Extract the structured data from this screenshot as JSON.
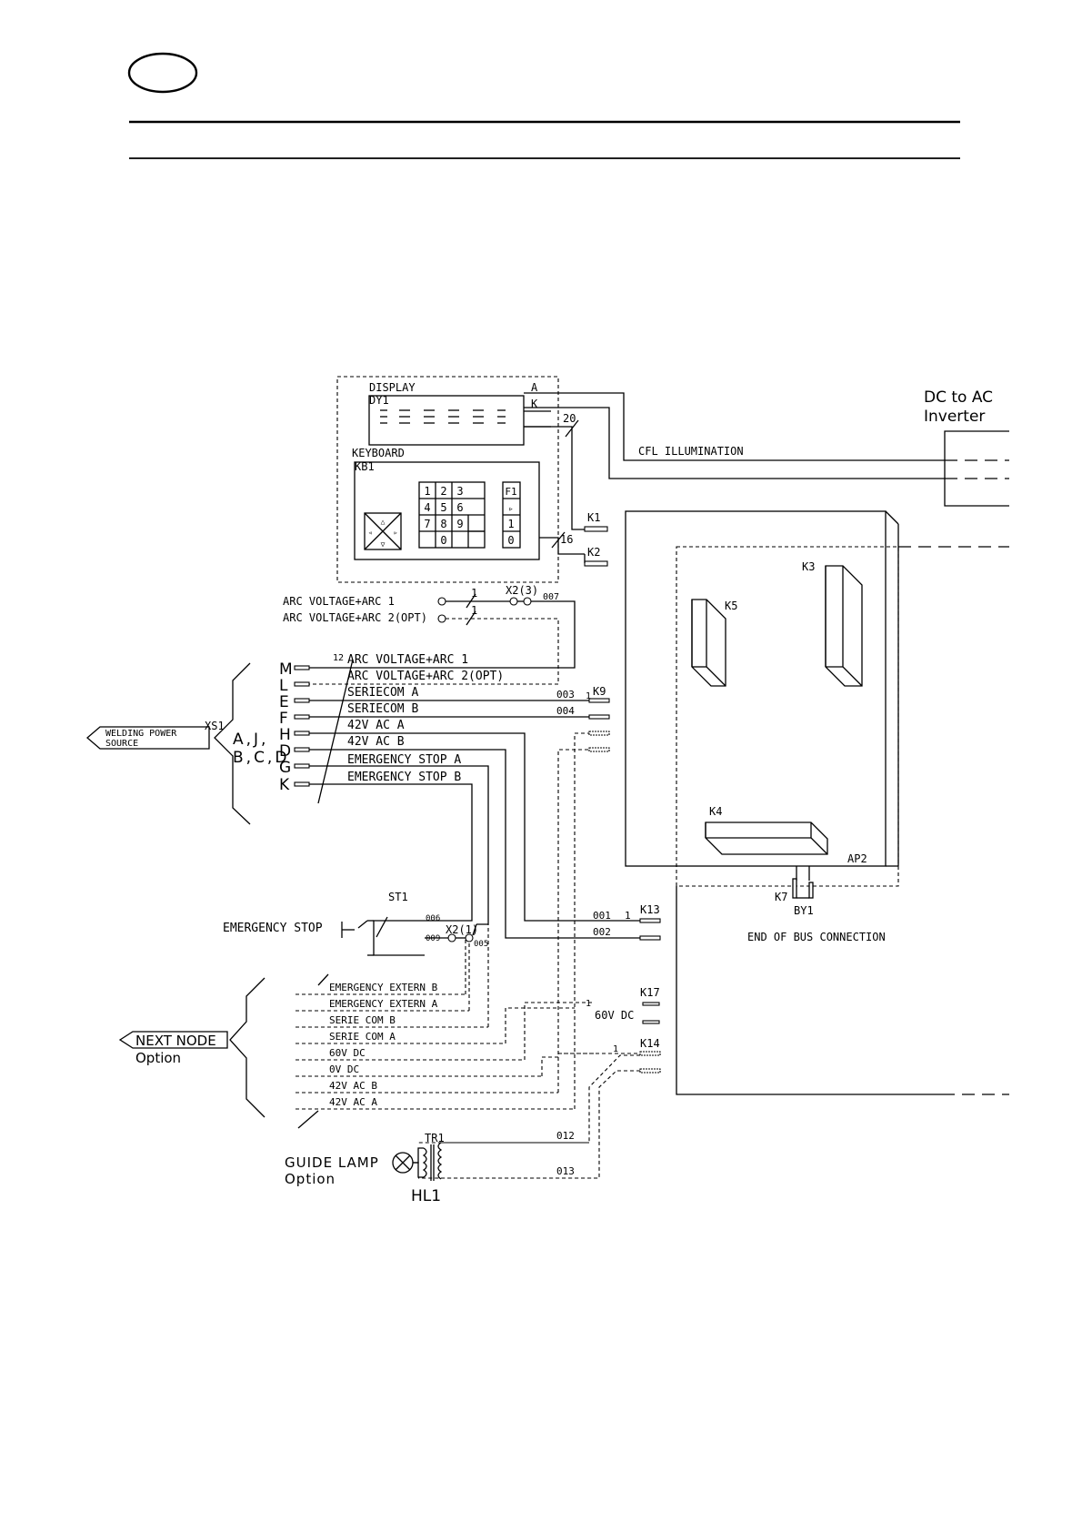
{
  "header": {
    "badge_text": ""
  },
  "display": {
    "title": "DISPLAY",
    "id": "DY1",
    "pin_a": "A",
    "pin_k": "K"
  },
  "keyboard": {
    "title": "KEYBOARD",
    "id": "KB1",
    "keys": [
      "1",
      "2",
      "3",
      "4",
      "5",
      "6",
      "7",
      "8",
      "9",
      "0"
    ],
    "fkeys": [
      "F1",
      "▹",
      "1",
      "0"
    ]
  },
  "inverter": {
    "line1": "DC to AC",
    "line2": "Inverter"
  },
  "cfl": "CFL ILLUMINATION",
  "connectors": {
    "k1": "K1",
    "k2": "K2",
    "k3": "K3",
    "k4": "K4",
    "k5": "K5",
    "k7": "K7",
    "k9": "K9",
    "k13": "K13",
    "k14": "K14",
    "k17": "K17",
    "by1": "BY1",
    "ap2": "AP2"
  },
  "wire_counts": {
    "w20": "20",
    "w16": "16",
    "w12": "12",
    "w1a": "1",
    "w1b": "1",
    "w1c": "1",
    "w1d": "1",
    "w1e": "1",
    "w1f": "1"
  },
  "arc_inputs": {
    "arc1": "ARC VOLTAGE+ARC 1",
    "arc2": "ARC VOLTAGE+ARC 2(OPT)",
    "x23": "X2(3)",
    "w007": "007"
  },
  "welding_source": {
    "label_1": "WELDING POWER",
    "label_2": "SOURCE",
    "xs1": "XS1",
    "groups_1": "A,J,",
    "groups_2": "B,C,D"
  },
  "xs1_pins": [
    {
      "letter": "M",
      "signal": "ARC VOLTAGE+ARC 1"
    },
    {
      "letter": "L",
      "signal": "ARC VOLTAGE+ARC 2(OPT)"
    },
    {
      "letter": "E",
      "signal": "SERIECOM A"
    },
    {
      "letter": "F",
      "signal": "SERIECOM B"
    },
    {
      "letter": "H",
      "signal": "42V AC A"
    },
    {
      "letter": "D",
      "signal": "42V AC B"
    },
    {
      "letter": "G",
      "signal": "EMERGENCY STOP A"
    },
    {
      "letter": "K",
      "signal": "EMERGENCY STOP B"
    }
  ],
  "wire_numbers": {
    "w003": "003",
    "w004": "004",
    "w001": "001",
    "w002": "002",
    "w006": "006",
    "w009": "009",
    "w005": "005",
    "w012": "012",
    "w013": "013"
  },
  "emergency": {
    "st1": "ST1",
    "label": "EMERGENCY STOP",
    "x21": "X2(1)"
  },
  "bus_end": "END OF BUS CONNECTION",
  "next_node": {
    "label": "NEXT NODE",
    "option": "Option",
    "signals": [
      "EMERGENCY EXTERN B",
      "EMERGENCY EXTERN A",
      "SERIE COM B",
      "SERIE COM A",
      "60V DC",
      "0V DC",
      "42V AC B",
      "42V AC A"
    ]
  },
  "dc60": "60V DC",
  "guide_lamp": {
    "label": "GUIDE LAMP",
    "option": "Option",
    "tr1": "TR1",
    "hl1": "HL1"
  }
}
